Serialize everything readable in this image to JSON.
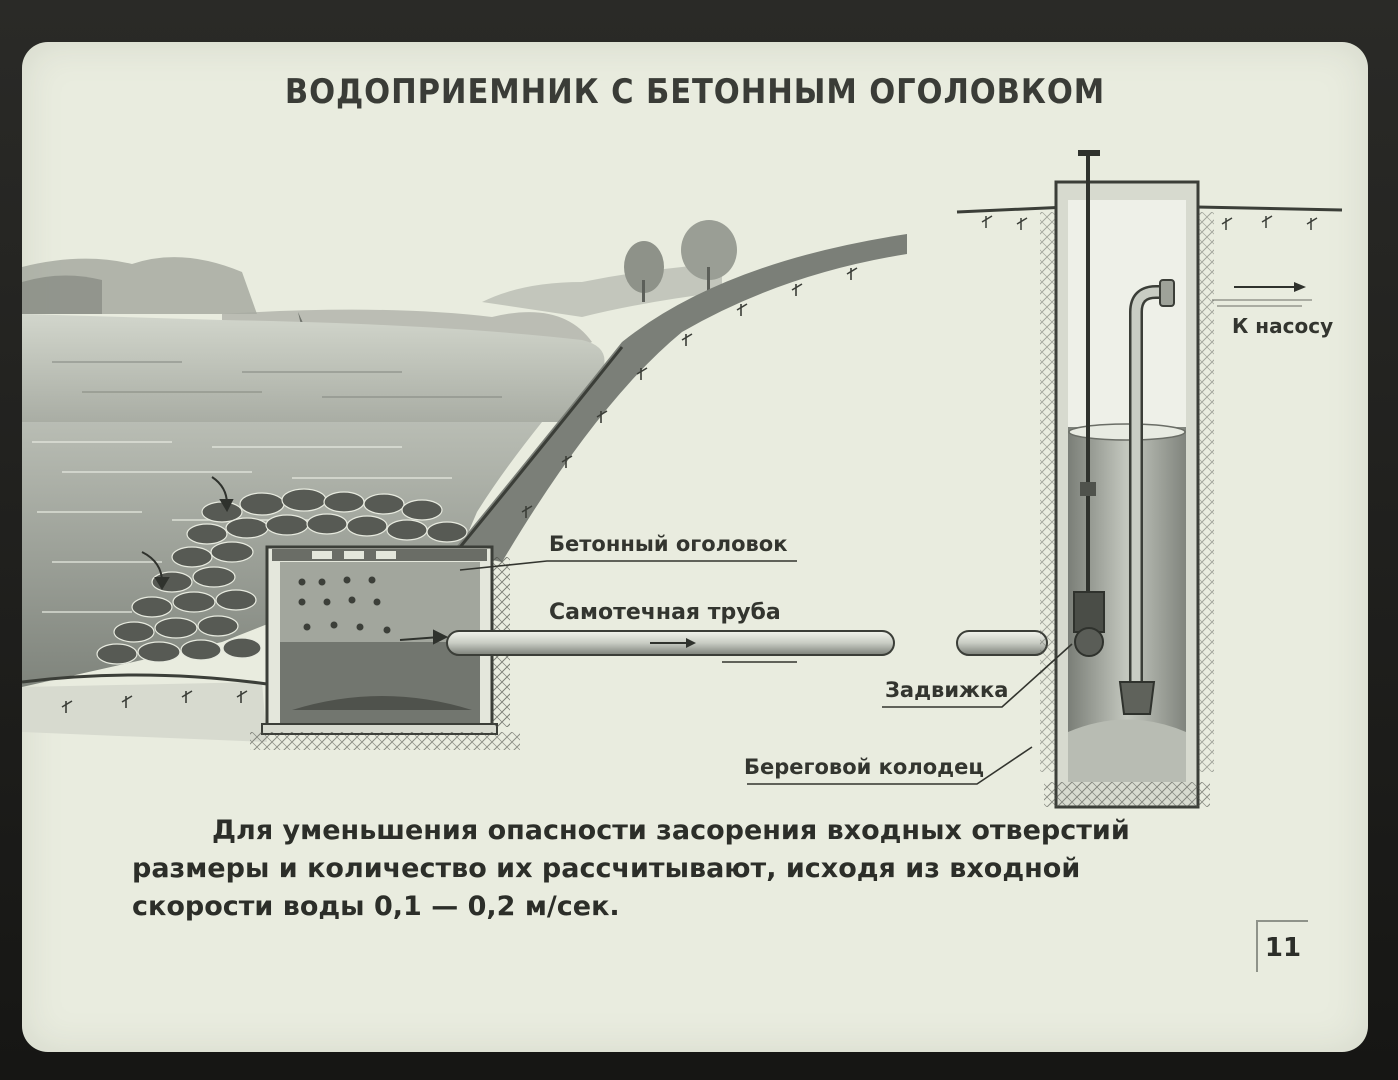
{
  "title": "ВОДОПРИЕМНИК С БЕТОННЫМ ОГОЛОВКОМ",
  "labels": {
    "head": "Бетонный оголовок",
    "pipe": "Самотечная труба",
    "valve": "Задвижка",
    "well": "Береговой колодец",
    "pump": "К насосу"
  },
  "caption": {
    "line1": "Для уменьшения опасности засорения входных отверстий",
    "line2": "размеры и количество их рассчитывают, исходя из входной",
    "line3": "скорости воды 0,1 — 0,2 м/сек."
  },
  "page_number": "11",
  "colors": {
    "paper": "#e9ecdf",
    "ink": "#33352f",
    "water": "#8d918a",
    "stone": "#5a5d57"
  }
}
